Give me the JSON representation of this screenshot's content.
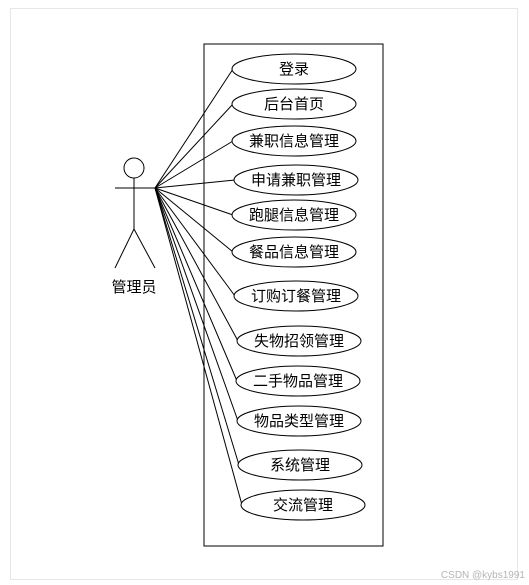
{
  "diagram": {
    "actor": {
      "label": "管理员"
    },
    "use_cases": [
      {
        "label": "登录"
      },
      {
        "label": "后台首页"
      },
      {
        "label": "兼职信息管理"
      },
      {
        "label": "申请兼职管理"
      },
      {
        "label": "跑腿信息管理"
      },
      {
        "label": "餐品信息管理"
      },
      {
        "label": "订购订餐管理"
      },
      {
        "label": "失物招领管理"
      },
      {
        "label": "二手物品管理"
      },
      {
        "label": "物品类型管理"
      },
      {
        "label": "系统管理"
      },
      {
        "label": "交流管理"
      }
    ]
  },
  "watermark": "CSDN @kybs1991"
}
